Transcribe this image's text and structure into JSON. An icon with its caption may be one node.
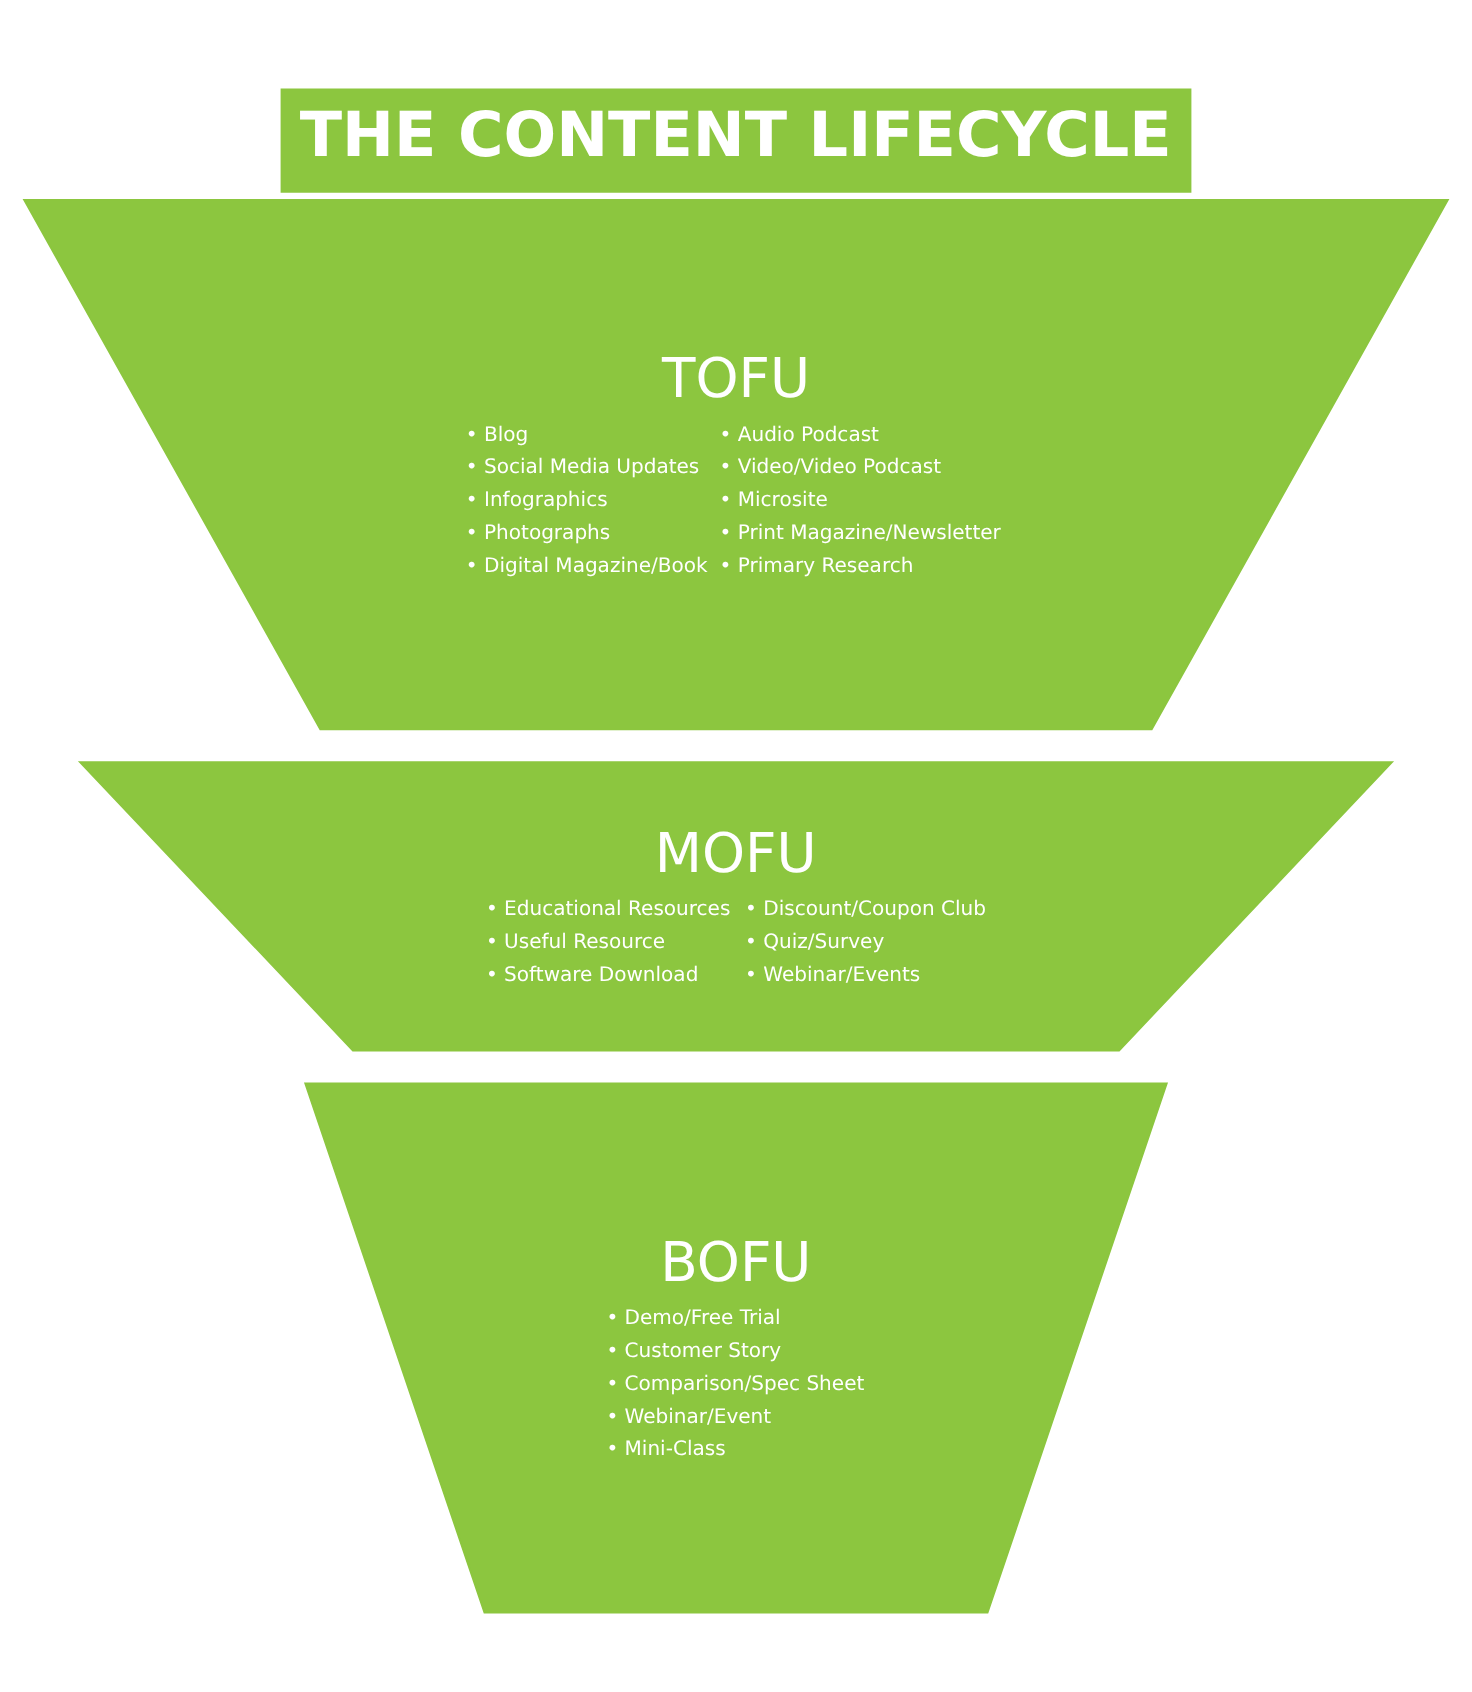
{
  "diagram": {
    "title": "THE CONTENT LIFECYCLE",
    "nodes": [
      {
        "text": [
          "TOFU",
          "• Blog",
          "• Social Media Updates",
          "• Infographics",
          "• Photographs",
          "• Digital Magazine/Book",
          "• Audio Podcast",
          "• Video/Video Podcast",
          "• Microsite",
          "• Print Magazine/Newsletter",
          "• Primary Research"
        ]
      },
      {
        "text": [
          "MOFU",
          "• Educational Resources",
          "• Useful Resource",
          "• Software Download",
          "• Discount/Coupon Club",
          "• Quiz/Survey",
          "• Webinar/Events"
        ]
      },
      {
        "text": [
          "BOFU",
          "• Demo/Free Trial",
          "• Customer Story",
          "• Comparison/Spec Sheet",
          "• Webinar/Event",
          "• Mini-Class"
        ]
      }
    ]
  }
}
